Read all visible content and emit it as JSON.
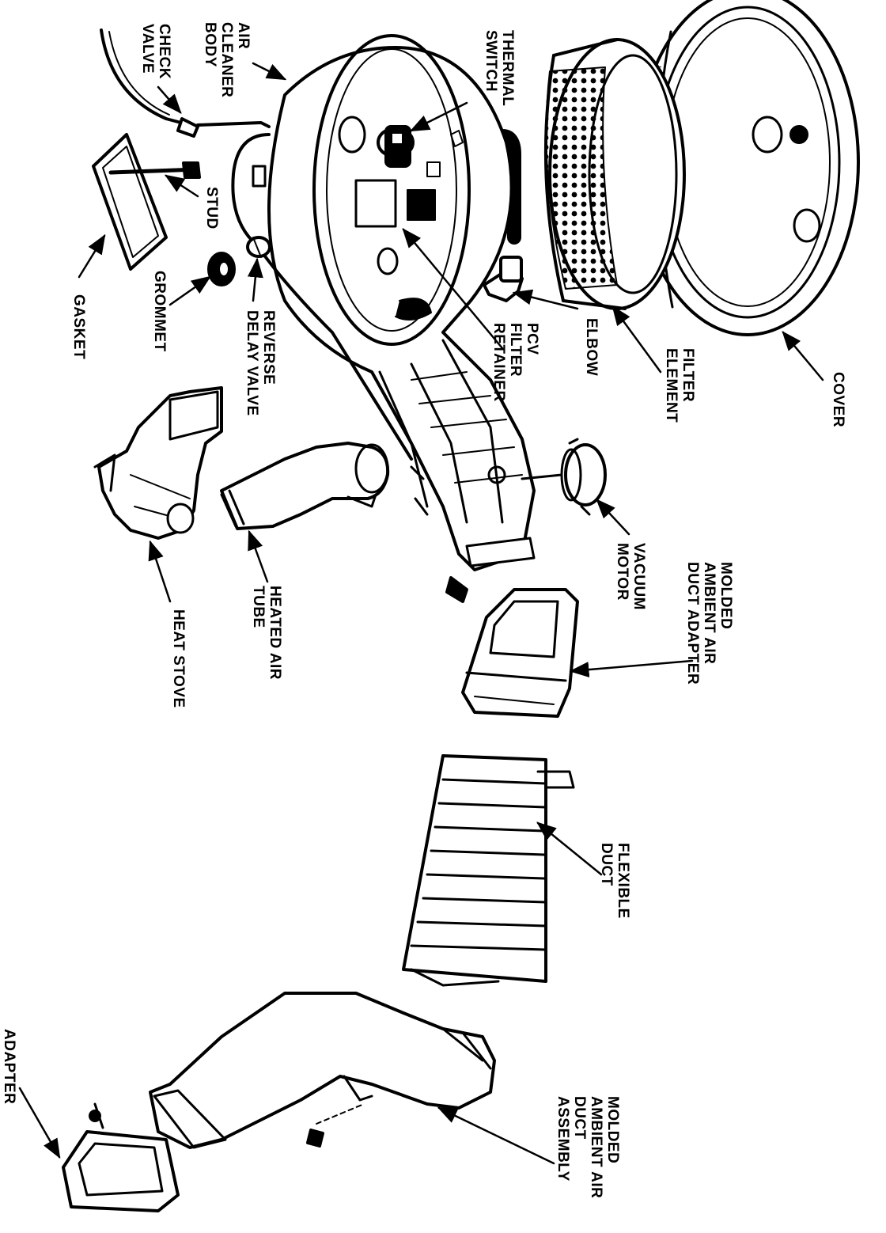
{
  "diagram": {
    "labels": {
      "air_cleaner_body": [
        "AIR",
        "CLEANER",
        "BODY"
      ],
      "check_valve": [
        "CHECK",
        "VALVE"
      ],
      "thermal_switch": [
        "THERMAL",
        "SWITCH"
      ],
      "stud": [
        "STUD"
      ],
      "gasket": [
        "GASKET"
      ],
      "grommet": [
        "GROMMET"
      ],
      "reverse_delay_valve": [
        "REVERSE",
        "DELAY VALVE"
      ],
      "pcv_filter_retainer": [
        "PCV",
        "FILTER",
        "RETAINER"
      ],
      "elbow": [
        "ELBOW"
      ],
      "filter_element": [
        "FILTER",
        "ELEMENT"
      ],
      "cover": [
        "COVER"
      ],
      "vacuum_motor": [
        "VACUUM",
        "MOTOR"
      ],
      "molded_ambient_air_duct_adapter": [
        "MOLDED",
        "AMBIENT AIR",
        "DUCT ADAPTER"
      ],
      "heated_air_tube": [
        "HEATED AIR",
        "TUBE"
      ],
      "heat_stove": [
        "HEAT STOVE"
      ],
      "flexible_duct": [
        "FLEXIBLE",
        "DUCT"
      ],
      "adapter": [
        "ADAPTER"
      ],
      "molded_ambient_air_duct_assembly": [
        "MOLDED",
        "AMBIENT AIR",
        "DUCT",
        "ASSEMBLY"
      ]
    }
  }
}
